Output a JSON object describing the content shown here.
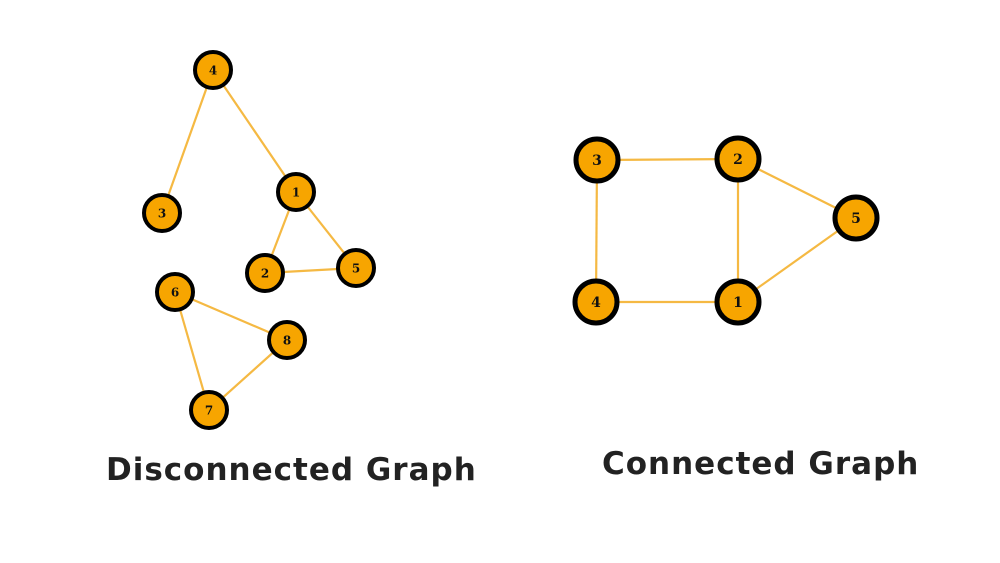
{
  "colors": {
    "node_fill": "#f7a500",
    "node_stroke": "#000000",
    "edge": "#f5b943"
  },
  "graphs": [
    {
      "title": "Disconnected Graph",
      "nodes": [
        "4",
        "3",
        "1",
        "2",
        "5",
        "6",
        "8",
        "7"
      ],
      "edges": [
        [
          "4",
          "3"
        ],
        [
          "4",
          "1"
        ],
        [
          "1",
          "2"
        ],
        [
          "1",
          "5"
        ],
        [
          "2",
          "5"
        ],
        [
          "6",
          "8"
        ],
        [
          "6",
          "7"
        ],
        [
          "7",
          "8"
        ]
      ]
    },
    {
      "title": "Connected Graph",
      "nodes": [
        "3",
        "2",
        "5",
        "4",
        "1"
      ],
      "edges": [
        [
          "3",
          "2"
        ],
        [
          "3",
          "4"
        ],
        [
          "4",
          "1"
        ],
        [
          "2",
          "1"
        ],
        [
          "2",
          "5"
        ],
        [
          "1",
          "5"
        ]
      ]
    }
  ]
}
